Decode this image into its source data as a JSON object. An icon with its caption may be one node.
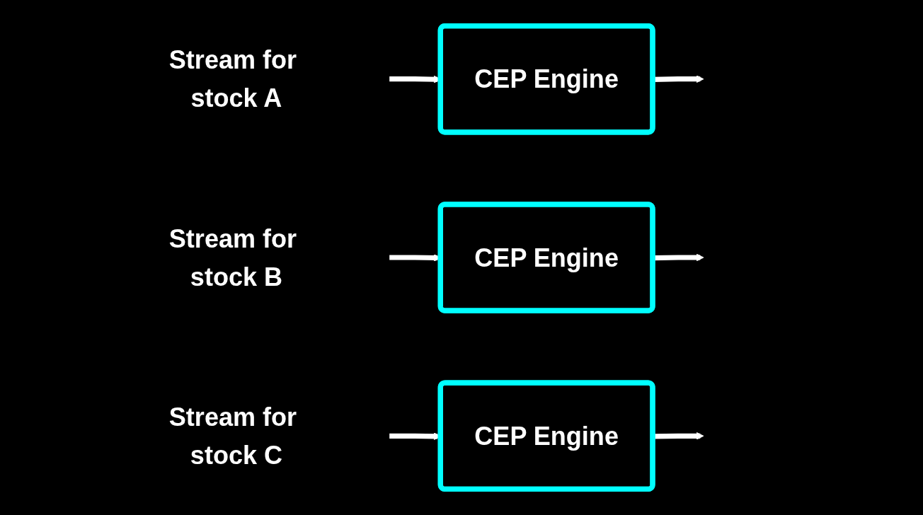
{
  "diagram": {
    "nodes": [
      {
        "text": [
          "Stream for stock A"
        ]
      },
      {
        "text": [
          "CEP Engine"
        ]
      },
      {
        "text": [
          "Stream for stock B"
        ]
      },
      {
        "text": [
          "CEP Engine"
        ]
      },
      {
        "text": [
          "Stream for stock C"
        ]
      },
      {
        "text": [
          "CEP Engine"
        ]
      }
    ],
    "edges": [
      {
        "from": 0,
        "to": 1,
        "arrow": "to"
      },
      {
        "from": 1,
        "to": null,
        "arrow": "to"
      },
      {
        "from": 2,
        "to": 3,
        "arrow": "to"
      },
      {
        "from": 3,
        "to": null,
        "arrow": "to"
      },
      {
        "from": 4,
        "to": 5,
        "arrow": "to"
      },
      {
        "from": 5,
        "to": null,
        "arrow": "to"
      }
    ]
  }
}
